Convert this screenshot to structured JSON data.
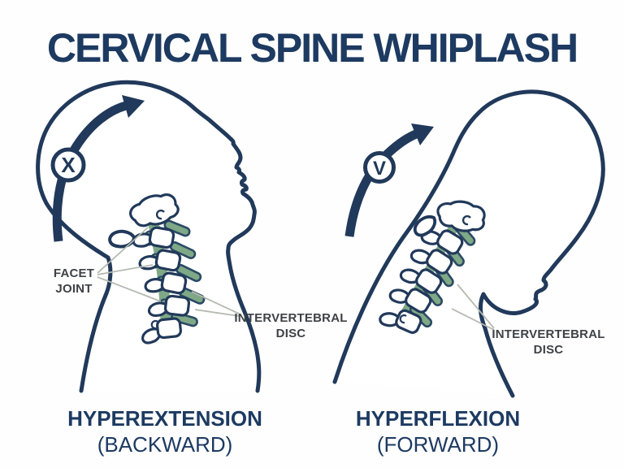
{
  "title": "CERVICAL SPINE WHIPLASH",
  "colors": {
    "navy": "#21395a",
    "title_navy": "#1d3a61",
    "spine_green": "#7fa886",
    "label_gray": "#3e4246",
    "pointer_line": "#b4bab0",
    "background": "#fefefe"
  },
  "left_figure": {
    "motion": "hyperextension",
    "motion_badge": "X",
    "facet_label_line1": "FACET",
    "facet_label_line2": "JOINT",
    "disc_label_line1": "INTERVERTEBRAL",
    "disc_label_line2": "DISC",
    "caption_title": "HYPEREXTENSION",
    "caption_subtitle": "(BACKWARD)"
  },
  "right_figure": {
    "motion": "hyperflexion",
    "motion_badge": "V",
    "disc_label_line1": "INTERVERTEBRAL",
    "disc_label_line2": "DISC",
    "caption_title": "HYPERFLEXION",
    "caption_subtitle": "(FORWARD)"
  }
}
